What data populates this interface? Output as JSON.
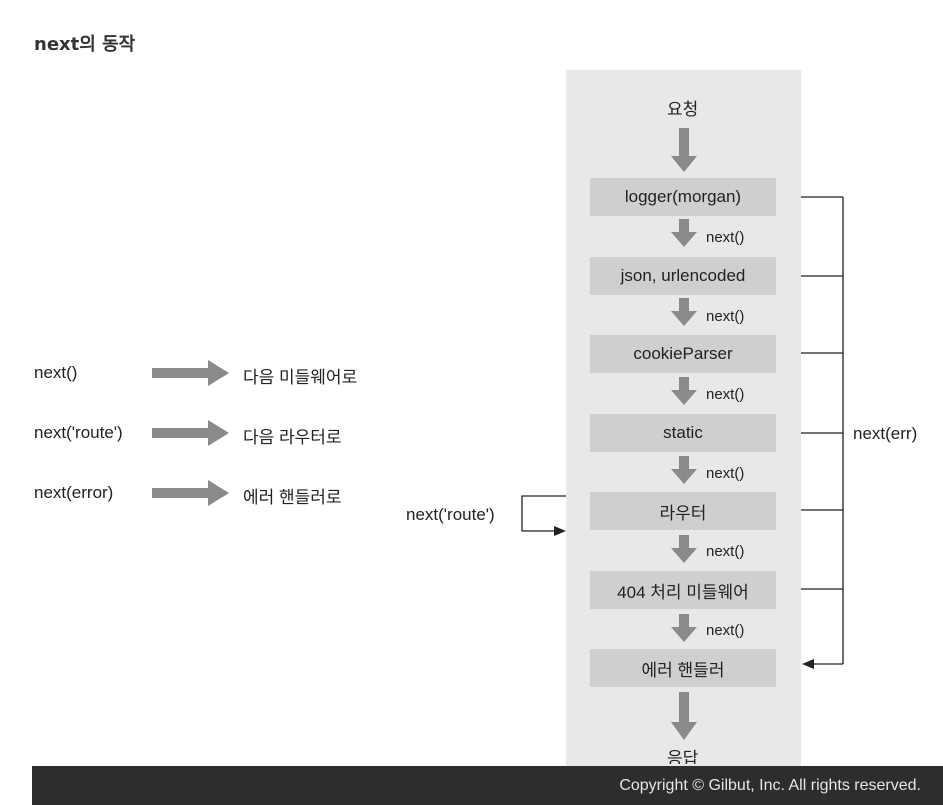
{
  "title": "next의 동작",
  "flow": {
    "start": "요청",
    "end": "응답",
    "stages": [
      "logger(morgan)",
      "json, urlencoded",
      "cookieParser",
      "static",
      "라우터",
      "404 처리 미들웨어",
      "에러 핸들러"
    ],
    "next_label": "next()",
    "error_label": "next(err)",
    "route_label": "next('route')"
  },
  "legend": [
    {
      "call": "next()",
      "meaning": "다음 미들웨어로"
    },
    {
      "call": "next('route')",
      "meaning": "다음 라우터로"
    },
    {
      "call": "next(error)",
      "meaning": "에러 핸들러로"
    }
  ],
  "footer": "Copyright © Gilbut, Inc. All rights reserved.",
  "colors": {
    "panel": "#e8e8e8",
    "stage": "#cfcfcf",
    "arrow": "#8a8a8a",
    "footer": "#2d2d2d"
  }
}
